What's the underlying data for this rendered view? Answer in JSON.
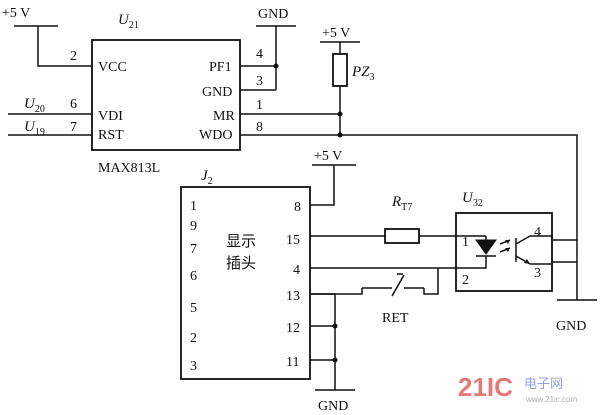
{
  "chips": {
    "u21": {
      "ref_main": "U",
      "ref_sub": "21",
      "part": "MAX813L",
      "pins": {
        "vcc": {
          "label": "VCC",
          "num": "2"
        },
        "vdi": {
          "label": "VDI",
          "num": "6"
        },
        "rst": {
          "label": "RST",
          "num": "7"
        },
        "pf1": {
          "label": "PF1",
          "num": "4"
        },
        "gnd": {
          "label": "GND",
          "num": "3"
        },
        "mr": {
          "label": "MR",
          "num": "1"
        },
        "wdo": {
          "label": "WDO",
          "num": "8"
        }
      }
    },
    "j2": {
      "ref_main": "J",
      "ref_sub": "2",
      "label_line1": "显示",
      "label_line2": "插头",
      "left_pins": [
        "1",
        "9",
        "7",
        "6",
        "5",
        "2",
        "3"
      ],
      "right_pins": {
        "p8": "8",
        "p15": "15",
        "p4": "4",
        "p13": "13",
        "p12": "12",
        "p11": "11"
      }
    },
    "u32": {
      "ref_main": "U",
      "ref_sub": "32",
      "pin1": "1",
      "pin2": "2",
      "pin3": "3",
      "pin4": "4"
    }
  },
  "nets": {
    "u20_main": "U",
    "u20_sub": "20",
    "u19_main": "U",
    "u19_sub": "19",
    "supply_1": "+5 V",
    "supply_2": "+5 V",
    "supply_3": "+5 V",
    "gnd_top": "GND",
    "gnd_right": "GND",
    "gnd_bottom": "GND"
  },
  "components": {
    "pz3_main": "PZ",
    "pz3_sub": "3",
    "rt7_main": "R",
    "rt7_sub": "T7",
    "ret": "RET"
  },
  "watermark": {
    "brand": "21IC",
    "brand_cn": "电子网",
    "url": "www.21ic.com"
  }
}
